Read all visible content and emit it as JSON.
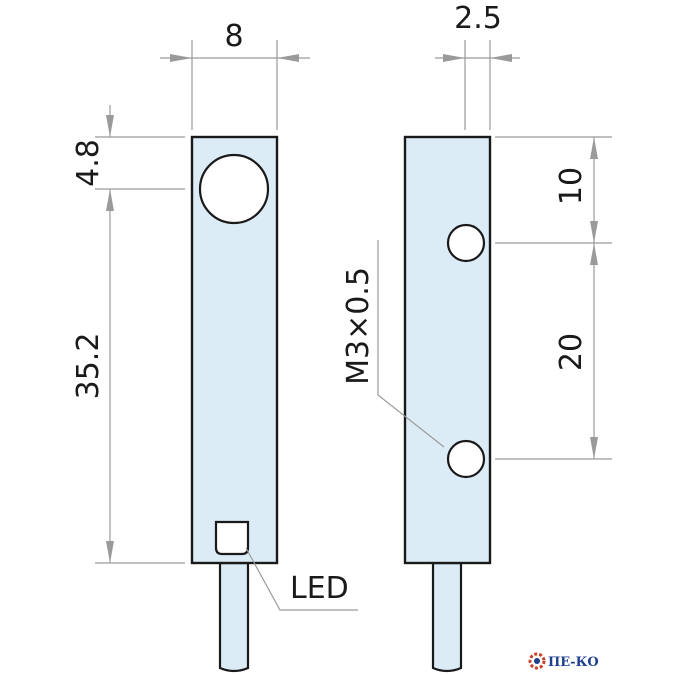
{
  "dimensions": {
    "width_front": "8",
    "width_side": "2.5",
    "top_offset": "4.8",
    "length_front": "35.2",
    "hole_top": "10",
    "hole_spacing": "20"
  },
  "labels": {
    "thread": "M3×0.5",
    "led": "LED"
  },
  "logo": {
    "text": "ПЕ-КО",
    "icon": "gear-icon",
    "color": "#1f3f8f"
  },
  "colors": {
    "body": "#dcecf7",
    "outline": "#1a1a1a",
    "dimension": "#9a9a9a"
  }
}
